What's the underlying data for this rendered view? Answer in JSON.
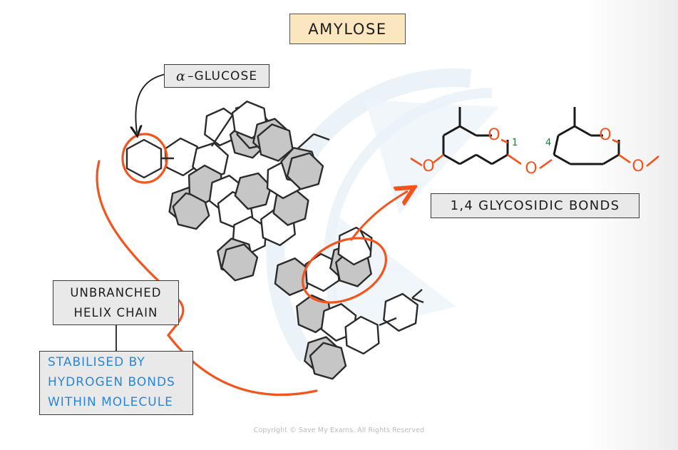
{
  "title": {
    "text": "AMYLOSE",
    "background_color": "#fae6bf"
  },
  "labels": {
    "glucose": {
      "alpha_symbol": "α",
      "text": "–GLUCOSE"
    },
    "glycosidic_bonds": "1,4 GLYCOSIDIC  BONDS",
    "helix_chain_line1": "UNBRANCHED",
    "helix_chain_line2": "HELIX  CHAIN",
    "hydrogen_line1": "STABILISED  BY",
    "hydrogen_line2": "HYDROGEN  BONDS",
    "hydrogen_line3": "WITHIN  MOLECULE",
    "hydrogen_text_color": "#2a86d8"
  },
  "structure_detail": {
    "carbon_number_left": "1",
    "carbon_number_right": "4",
    "carbon_number_color": "#1f7a37",
    "oxygen_symbol": "O",
    "oxygen_color": "#f4541c",
    "bond_color": "#1a1a1a",
    "description": "Two alpha-glucose pyranose rings joined by a 1,4 glycosidic oxygen bridge"
  },
  "annotations": {
    "highlight_color": "#f4541c",
    "circled_monomer": "single alpha-glucose ring circled in orange",
    "circled_pair": "two linked rings circled in orange",
    "helix_outline": "orange curve tracing the unbranched helix"
  },
  "molecule": {
    "ring_fill_light": "#ffffff",
    "ring_fill_dark": "#c6c6c6",
    "ring_stroke": "#2b2b2b",
    "description": "Helical chain of alpha-glucose hexagon monomers drawn diagonally across the page"
  },
  "footer": {
    "copyright": "Copyright © Save My Exams. All Rights Reserved"
  }
}
